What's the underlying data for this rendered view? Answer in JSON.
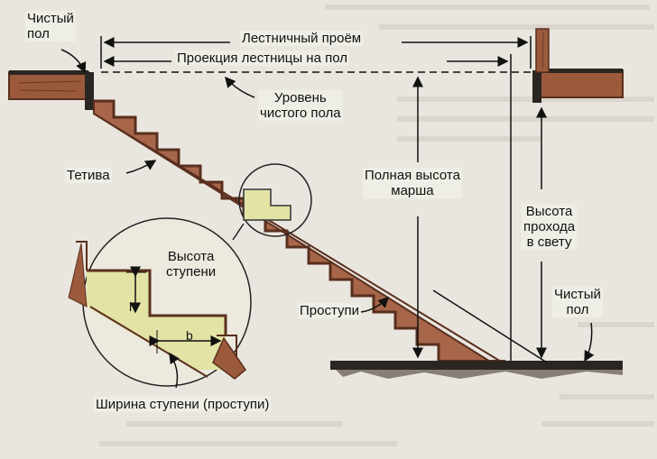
{
  "labels": {
    "clean_floor_top": "Чистый\nпол",
    "stair_opening": "Лестничный проём",
    "stair_projection": "Проекция лестницы на пол",
    "clean_floor_level": "Уровень\nчистого пола",
    "stringer": "Тетива",
    "full_flight_height": "Полная высота\nмарша",
    "clear_headroom": "Высота\nпрохода\nв свету",
    "step_height": "Высота\nступени",
    "treads": "Проступи",
    "clean_floor_bottom": "Чистый\nпол",
    "step_width": "Ширина ступени (проступи)",
    "h_symbol": "h",
    "b_symbol": "b"
  },
  "colors": {
    "background": "#e9e6df",
    "wood": "#9c5a3c",
    "wood_dark": "#5a2f1e",
    "tread_fill": "#e2e3a5",
    "floor_dark": "#2a2622",
    "line": "#111111"
  },
  "icons": [
    "arrow-icon",
    "curved-leader-icon",
    "magnifier-circle-icon"
  ]
}
